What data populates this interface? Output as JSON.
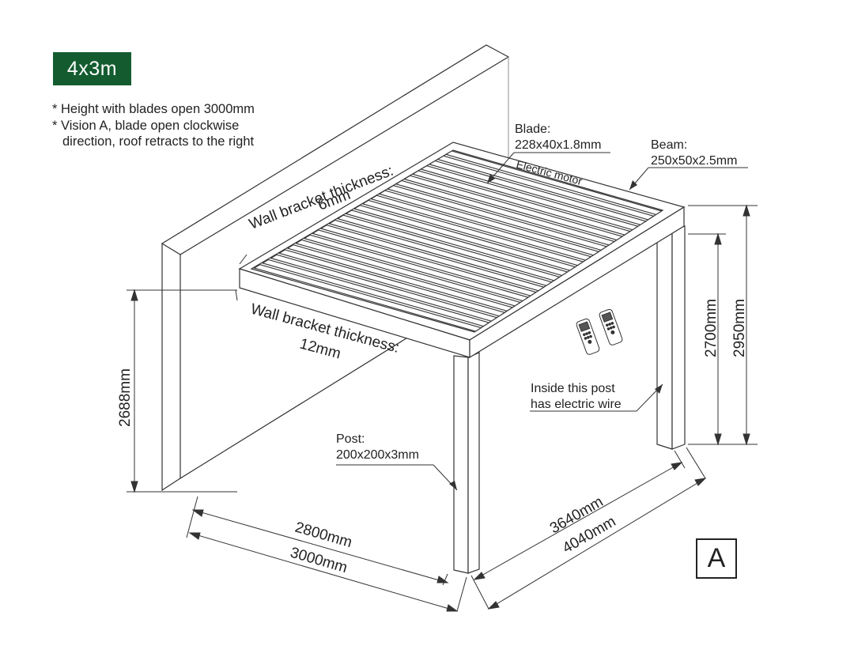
{
  "size_badge": "4x3m",
  "notes": [
    "* Height with blades open 3000mm",
    "* Vision A, blade open clockwise",
    "direction, roof retracts to the right"
  ],
  "labels": {
    "blade_title": "Blade:",
    "blade_size": "228x40x1.8mm",
    "beam_title": "Beam:",
    "beam_size": "250x50x2.5mm",
    "electric_motor": "Electric motor",
    "wall_bracket_6_line1": "Wall bracket thickness:",
    "wall_bracket_6_line2": "6mm",
    "wall_bracket_12_line1": "Wall bracket thickness:",
    "wall_bracket_12_line2": "12mm",
    "post_title": "Post:",
    "post_size": "200x200x3mm",
    "inside_post_line1": "Inside this post",
    "inside_post_line2": "has electric wire"
  },
  "dimensions": {
    "wall_height": "2688mm",
    "clear_height": "2700mm",
    "total_height": "2950mm",
    "inner_width": "2800mm",
    "outer_width": "3000mm",
    "inner_depth": "3640mm",
    "outer_depth": "4040mm"
  },
  "vision_label": "A"
}
